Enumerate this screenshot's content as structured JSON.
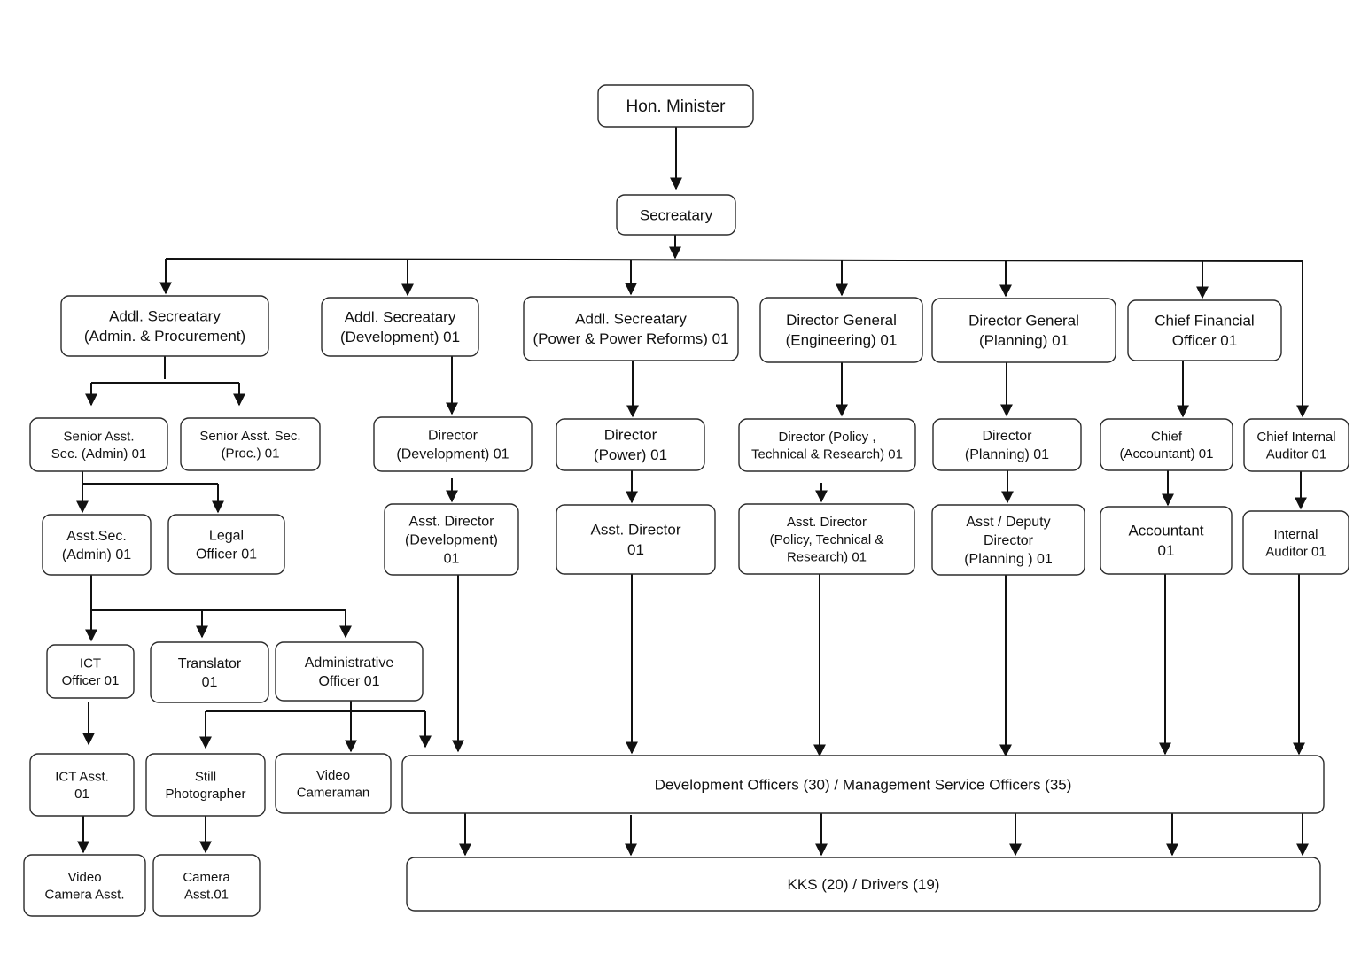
{
  "nodes": {
    "minister": [
      "Hon. Minister"
    ],
    "secretary": [
      "Secreatary"
    ],
    "as_admin": [
      "Addl. Secreatary",
      "(Admin. & Procurement)"
    ],
    "as_dev": [
      "Addl. Secreatary",
      "(Development) 01"
    ],
    "as_power": [
      "Addl. Secreatary",
      "(Power & Power Reforms) 01"
    ],
    "dg_eng": [
      "Director General",
      "(Engineering) 01"
    ],
    "dg_plan": [
      "Director General",
      "(Planning) 01"
    ],
    "cfo": [
      "Chief Financial",
      "Officer 01"
    ],
    "sas_admin": [
      "Senior Asst.",
      "Sec. (Admin) 01"
    ],
    "sas_proc": [
      "Senior Asst. Sec.",
      "(Proc.) 01"
    ],
    "dir_dev": [
      "Director",
      "(Development) 01"
    ],
    "dir_power": [
      "Director",
      "(Power) 01"
    ],
    "dir_policy": [
      "Director (Policy ,",
      "Technical & Research) 01"
    ],
    "dir_plan": [
      "Director",
      "(Planning) 01"
    ],
    "chief_acc": [
      "Chief",
      "(Accountant) 01"
    ],
    "cia": [
      "Chief Internal",
      "Auditor 01"
    ],
    "asst_sec": [
      "Asst.Sec.",
      "(Admin) 01"
    ],
    "legal": [
      "Legal",
      "Officer 01"
    ],
    "ad_dev": [
      "Asst. Director",
      "(Development)",
      "01"
    ],
    "ad_power": [
      "Asst. Director",
      "01"
    ],
    "ad_policy": [
      "Asst. Director",
      "(Policy, Technical &",
      "Research) 01"
    ],
    "ad_plan": [
      "Asst / Deputy",
      "Director",
      "(Planning ) 01"
    ],
    "accountant": [
      "Accountant",
      "01"
    ],
    "internal_auditor": [
      "Internal",
      "Auditor 01"
    ],
    "ict_officer": [
      "ICT",
      "Officer 01"
    ],
    "translator": [
      "Translator",
      "01"
    ],
    "admin_officer": [
      "Administrative",
      "Officer 01"
    ],
    "ict_asst": [
      "ICT Asst.",
      "01"
    ],
    "still_photo": [
      "Still",
      "Photographer"
    ],
    "video_cam": [
      "Video",
      "Cameraman"
    ],
    "video_cam_asst": [
      "Video",
      "Camera Asst."
    ],
    "camera_asst": [
      "Camera",
      "Asst.01"
    ],
    "dev_officers": [
      "Development Officers (30) / Management Service Officers (35)"
    ],
    "kks": [
      "KKS (20) / Drivers (19)"
    ]
  }
}
